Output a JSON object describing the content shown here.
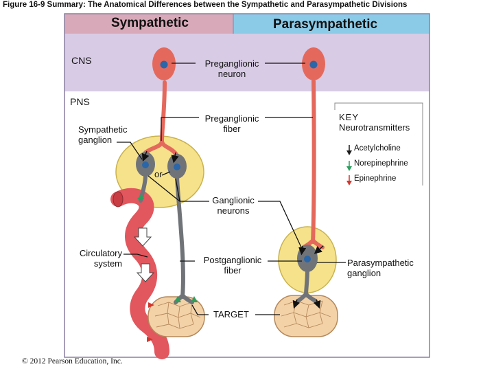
{
  "figure_title": "Figure 16-9  Summary: The Anatomical Differences between the Sympathetic and Parasympathetic Divisions",
  "headers": {
    "sympathetic": "Sympathetic",
    "parasympathetic": "Parasympathetic"
  },
  "regions": {
    "cns": "CNS",
    "pns": "PNS"
  },
  "labels": {
    "preganglionic_neuron": [
      "Preganglionic",
      "neuron"
    ],
    "preganglionic_fiber": [
      "Preganglionic",
      "fiber"
    ],
    "sympathetic_ganglion": [
      "Sympathetic",
      "ganglion"
    ],
    "or": "or",
    "ganglionic_neurons": [
      "Ganglionic",
      "neurons"
    ],
    "circulatory_system": [
      "Circulatory",
      "system"
    ],
    "postganglionic_fiber": [
      "Postganglionic",
      "fiber"
    ],
    "target": "TARGET",
    "parasympathetic_ganglion": [
      "Parasympathetic",
      "ganglion"
    ]
  },
  "key": {
    "title": [
      "KEY",
      "Neurotransmitters"
    ],
    "items": [
      {
        "label": "Acetylcholine",
        "color": "#1a1a1a"
      },
      {
        "label": "Norepinephrine",
        "color": "#2e9e5e"
      },
      {
        "label": "Epinephrine",
        "color": "#d4362d"
      }
    ]
  },
  "colors": {
    "sympathetic_header": "#d8aab9",
    "parasympathetic_header": "#8ccbe8",
    "cns_band": "#d8cbe5",
    "pns_band": "#ffffff",
    "neuron": "#e4695c",
    "neuron_nucleus": "#2a66a8",
    "ganglion": "#f6e28a",
    "ganglionic_neuron": "#707478",
    "vessel": "#e2565d",
    "target_tissue": "#f3d2a8"
  },
  "copyright": "© 2012 Pearson Education, Inc."
}
